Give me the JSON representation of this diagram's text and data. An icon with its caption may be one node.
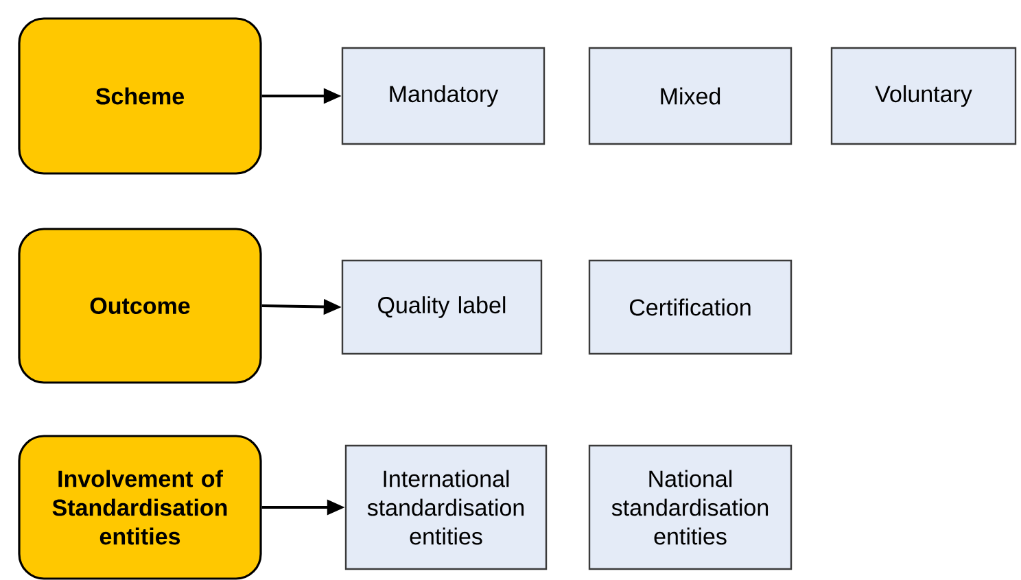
{
  "diagram": {
    "nodes": [
      {
        "text": [
          "Scheme"
        ]
      },
      {
        "text": [
          "Mandatory"
        ]
      },
      {
        "text": [
          "Mixed"
        ]
      },
      {
        "text": [
          "Voluntary"
        ]
      },
      {
        "text": [
          "Outcome"
        ]
      },
      {
        "text": [
          "Quality label"
        ]
      },
      {
        "text": [
          "Certification"
        ]
      },
      {
        "text": [
          "Involvement of Standardisation entities"
        ]
      },
      {
        "text": [
          "International standardisation entities"
        ]
      },
      {
        "text": [
          "National standardisation entities"
        ]
      }
    ],
    "edges": [
      {
        "from": 0,
        "to": 1,
        "arrow": "to"
      },
      {
        "from": 4,
        "to": 5,
        "arrow": "to"
      },
      {
        "from": 7,
        "to": 8,
        "arrow": "to"
      }
    ]
  }
}
